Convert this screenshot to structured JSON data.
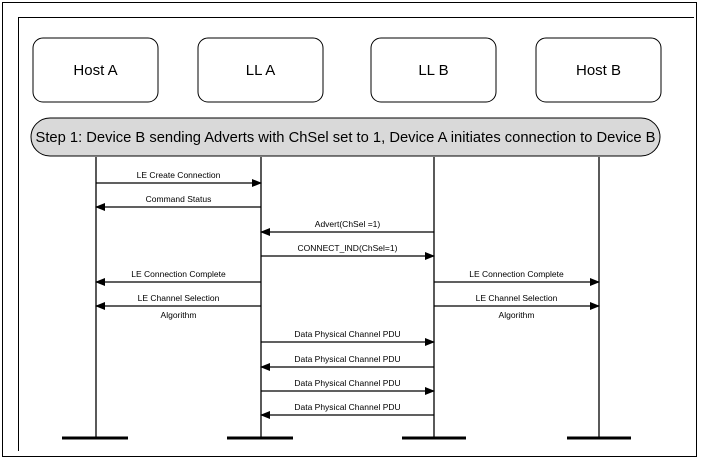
{
  "entities": [
    {
      "id": "hostA",
      "label": "Host A"
    },
    {
      "id": "llA",
      "label": "LL A"
    },
    {
      "id": "llB",
      "label": "LL B"
    },
    {
      "id": "hostB",
      "label": "Host B"
    }
  ],
  "step": {
    "label": "Step 1: Device B sending Adverts with ChSel set to 1, Device A initiates connection to Device B"
  },
  "messages": [
    {
      "from": 0,
      "to": 1,
      "lines": [
        "LE Create Connection"
      ]
    },
    {
      "from": 1,
      "to": 0,
      "lines": [
        "Command Status"
      ]
    },
    {
      "from": 2,
      "to": 1,
      "lines": [
        "Advert(ChSel =1)"
      ]
    },
    {
      "from": 1,
      "to": 2,
      "lines": [
        "CONNECT_IND(ChSel=1)"
      ]
    },
    {
      "from": 1,
      "to": 0,
      "lines": [
        "LE Connection Complete"
      ]
    },
    {
      "from": 2,
      "to": 3,
      "lines": [
        "LE Connection Complete"
      ]
    },
    {
      "from": 1,
      "to": 0,
      "lines": [
        "LE Channel Selection",
        "Algorithm"
      ]
    },
    {
      "from": 2,
      "to": 3,
      "lines": [
        "LE Channel Selection",
        "Algorithm"
      ]
    },
    {
      "from": 1,
      "to": 2,
      "lines": [
        "Data Physical Channel PDU"
      ]
    },
    {
      "from": 2,
      "to": 1,
      "lines": [
        "Data Physical Channel PDU"
      ]
    },
    {
      "from": 1,
      "to": 2,
      "lines": [
        "Data Physical Channel PDU"
      ]
    },
    {
      "from": 2,
      "to": 1,
      "lines": [
        "Data Physical Channel PDU"
      ]
    }
  ]
}
